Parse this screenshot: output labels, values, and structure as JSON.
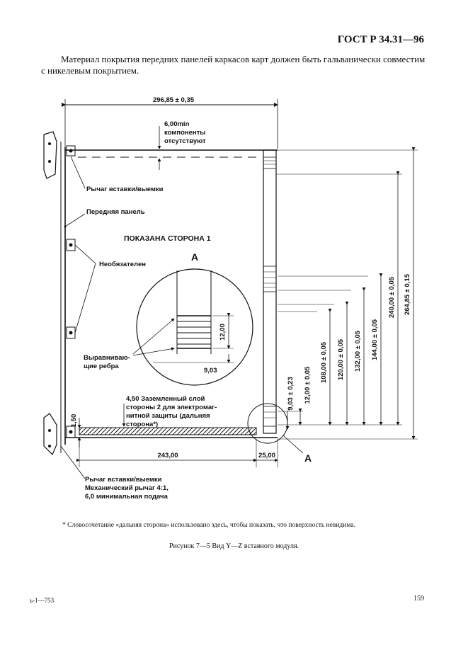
{
  "header": {
    "standard": "ГОСТ Р 34.31—96"
  },
  "intro_text": "Материал покрытия передних панелей каркасов карт должен быть гальванически совместим с никелевым покрытием.",
  "drawing": {
    "dim_width_total": "296,85 ± 0,35",
    "dim_min_clearance": "6,00min",
    "no_components_1": "компоненты",
    "no_components_2": "отсутствуют",
    "lever_top": "Рычаг вставки/выемки",
    "front_panel": "Передняя панель",
    "side_shown": "ПОКАЗАНА СТОРОНА 1",
    "detail_label": "А",
    "optional": "Необязателен",
    "align_ribs_1": "Выравниваю-",
    "align_ribs_2": "щие ребра",
    "detail_dim_12": "12,00",
    "detail_dim_903": "9,03",
    "ground_1": "4,50 Заземленный слой",
    "ground_2": "стороны 2 для электромаг-",
    "ground_3": "нитной защиты (дальняя",
    "ground_4": "сторона*)",
    "dim_150": "1,50",
    "dim_243": "243,00",
    "dim_25": "25,00",
    "section_mark": "А",
    "lever_bottom_1": "Рычаг вставки/выемки",
    "lever_bottom_2": "Механический рычаг 4:1,",
    "lever_bottom_3": "6,0 минимальная подача",
    "v_dims": [
      "9,03 ± 0,23",
      "12,00 ± 0,05",
      "108,00 ± 0,05",
      "120,00 ± 0,05",
      "132,00 ± 0,05",
      "144,00 ± 0,05",
      "240,00 ± 0,05",
      "264,85 ± 0,15"
    ]
  },
  "footnote": "* Словосочетание «дальняя сторона» использовано здесь, чтобы показать, что поверхность невидима.",
  "caption": "Рисунок 7—5 Вид Y—Z вставного модуля.",
  "page_number": "159",
  "print_mark": "ь-1—753"
}
